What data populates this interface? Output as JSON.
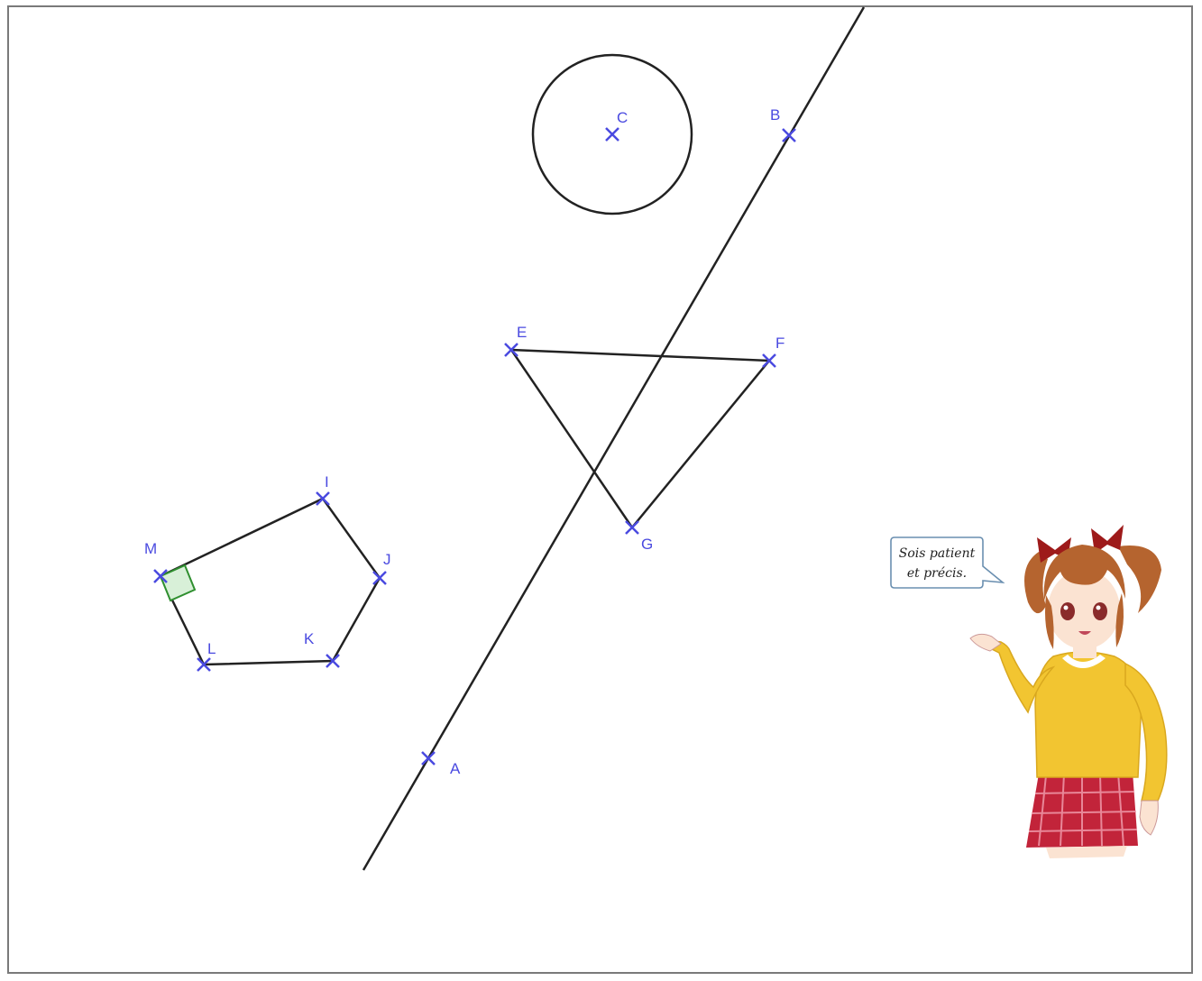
{
  "figure": {
    "points": [
      {
        "id": "A",
        "label": "A"
      },
      {
        "id": "B",
        "label": "B"
      },
      {
        "id": "C",
        "label": "C"
      },
      {
        "id": "E",
        "label": "E"
      },
      {
        "id": "F",
        "label": "F"
      },
      {
        "id": "G",
        "label": "G"
      },
      {
        "id": "I",
        "label": "I"
      },
      {
        "id": "J",
        "label": "J"
      },
      {
        "id": "K",
        "label": "K"
      },
      {
        "id": "L",
        "label": "L"
      },
      {
        "id": "M",
        "label": "M"
      }
    ],
    "colors": {
      "point": "#4a4ae0",
      "line": "#222222",
      "right_angle": "#2f8f2f",
      "right_angle_fill": "#d8f0d8"
    }
  },
  "speech_bubble": {
    "line1": "Sois patient",
    "line2": "et précis."
  },
  "character": {
    "colors": {
      "hair": "#b5642f",
      "bows": "#9e1a1a",
      "sweater": "#f2c531",
      "skirt": "#c2243a",
      "skin": "#fbe3d2"
    }
  }
}
